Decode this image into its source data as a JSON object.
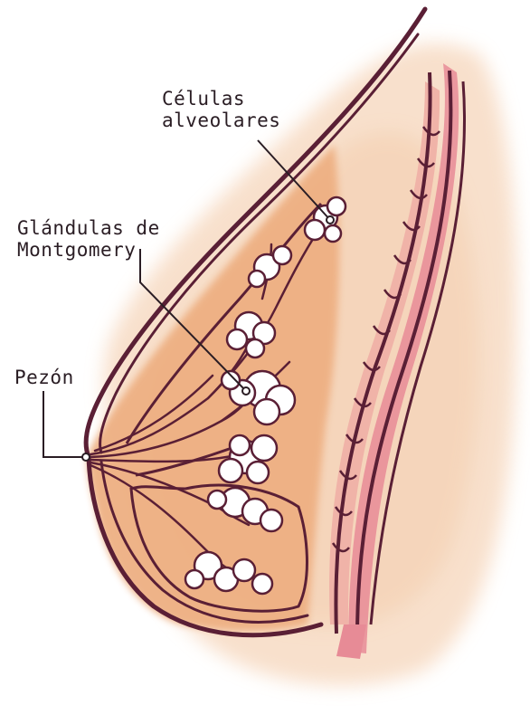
{
  "labels": {
    "alveolar_line1": "Células",
    "alveolar_line2": "alveolares",
    "montgomery_line1": "Glándulas de",
    "montgomery_line2": "Montgomery",
    "nipple": "Pezón"
  },
  "colors": {
    "outline": "#5a1f35",
    "wash": "#f3c9a3",
    "tissue": "#eeb083",
    "rib_fill": "#f0b3a8",
    "muscle": "#e78b96",
    "gland_fill": "#ffffff",
    "text": "#2a1d24"
  }
}
